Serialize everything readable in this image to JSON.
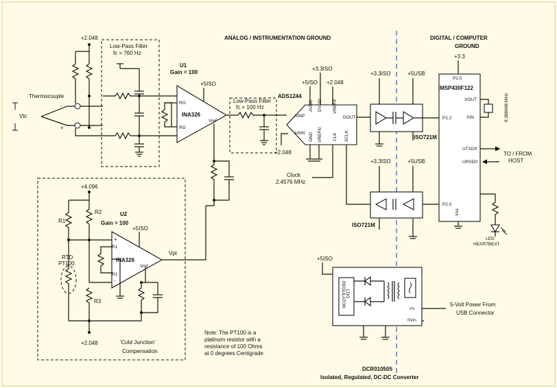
{
  "domains": {
    "analog": "ANALOG /  INSTRUMENTATION GROUND",
    "digital_l1": "DIGITAL /  COMPUTER",
    "digital_l2": "GROUND"
  },
  "rails": {
    "p2048": "+2.048",
    "p4096": "+4.096",
    "p5iso": "+5ISO",
    "p33iso": "+3.3ISO",
    "p5usb": "+5USB",
    "p33": "+3.3"
  },
  "lpf1": {
    "title": "Low-Pass Filter",
    "fc": "fc = 760 Hz"
  },
  "lpf2": {
    "title": "Low-Pass Filter",
    "fc": "fc = 100 Hz"
  },
  "thermocouple": {
    "label": "Thermocouple",
    "vtc": "Vtc",
    "minus": "-",
    "plus": "+"
  },
  "u1": {
    "ref": "U1",
    "gain": "Gain = 100",
    "name": "INA326",
    "rg1": "RG",
    "rg2": "RG",
    "vref": "Vref"
  },
  "u2": {
    "ref": "U2",
    "gain": "Gain = 100",
    "name": "INA326",
    "r1": "R1",
    "r2": "R1",
    "vref": "Vref",
    "out": "Vpt"
  },
  "cold_junction": {
    "r1": "R1",
    "r2": "R2",
    "r3": "R3",
    "rtd1": "RTD",
    "rtd2": "PT100",
    "cap1": "'Cold Junction'",
    "cap2": "Compensation"
  },
  "adc": {
    "name": "ADS1244",
    "ainp": "AINP",
    "ainn": "AINN",
    "avdd": "AVDD",
    "dvdd": "DVDD",
    "vrefp": "VREFP",
    "dout": "DOUT",
    "gnd": "GND",
    "vrefn": "VREFN",
    "clk": "CLK",
    "sclk": "SCLK",
    "clock1": "Clock",
    "clock2": "2.4576 MHz"
  },
  "iso1": {
    "name": "ISO721M"
  },
  "iso2": {
    "name": "ISO721M"
  },
  "mcu": {
    "name": "MSP430F122",
    "p25": "P2.5",
    "xout": "XOUT",
    "xin": "XIN",
    "p12": "P1.2",
    "utxd": "UTXD0",
    "urxd": "URXD0",
    "p20": "P2.0",
    "vss": "Vss",
    "crystal": "8.388608 MHz"
  },
  "host": {
    "l1": "TO / FROM",
    "l2": "HOST"
  },
  "led": {
    "l1": "LED",
    "l2": "HEARTBEAT"
  },
  "dcdc": {
    "ldo1": "LDO",
    "ldo2": "REGULATOR",
    "vs": "Vs",
    "ovin": "0Vin",
    "name": "DCR010505",
    "desc": "Isolated, Regulated, DC-DC Converter",
    "pwr1": "5-Volt Power From",
    "pwr2": "USB Connector"
  },
  "note": {
    "l1": "Note: The PT100 is a",
    "l2": "platinum resistor with a",
    "l3": "resistance of 100 Ohms",
    "l4": "at 0 degrees Centigrade"
  }
}
